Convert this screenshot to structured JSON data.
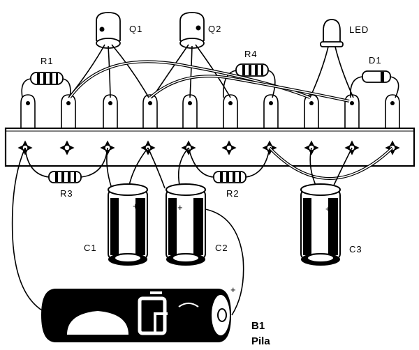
{
  "labels": {
    "q1": "Q1",
    "q2": "Q2",
    "led": "LED",
    "r1": "R1",
    "r4": "R4",
    "d1": "D1",
    "r3": "R3",
    "r2": "R2",
    "c1": "C1",
    "c2": "C2",
    "c3": "C3",
    "b1": "B1",
    "pila": "Pila",
    "plus_c1": "+",
    "plus_c2": "+",
    "plus_c3": "+",
    "plus_battery": "+"
  },
  "terminal_strip": {
    "terminal_count": 10
  }
}
